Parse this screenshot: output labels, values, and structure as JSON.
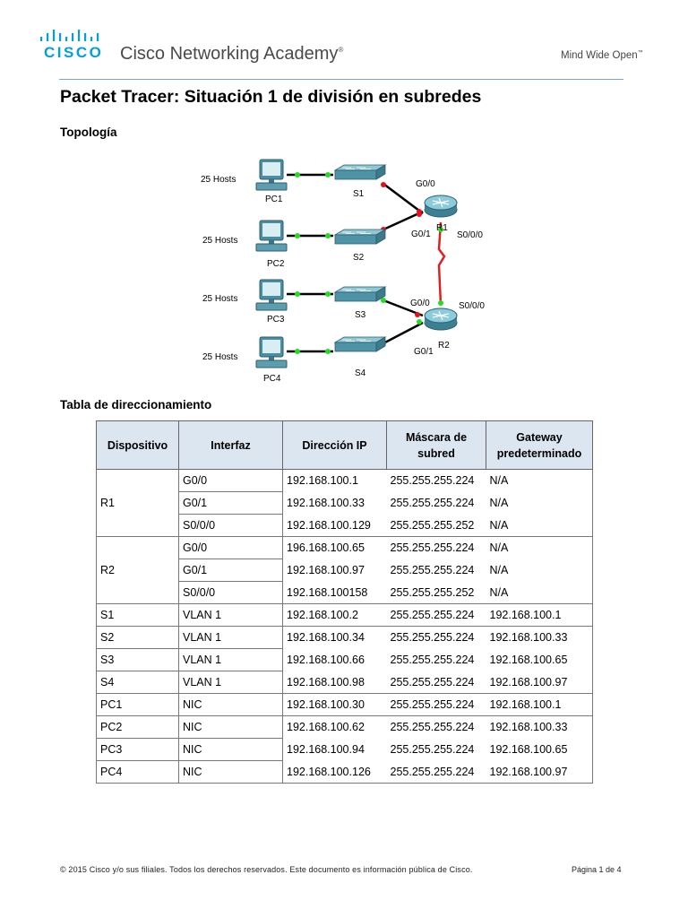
{
  "header": {
    "brand": "CISCO",
    "academy": "Cisco Networking Academy",
    "academy_mark": "®",
    "tagline": "Mind Wide Open",
    "tagline_mark": "™"
  },
  "title": "Packet Tracer: Situación 1 de división en subredes",
  "topology": {
    "heading": "Topología",
    "hosts_labels": [
      "25 Hosts",
      "25 Hosts",
      "25 Hosts",
      "25 Hosts"
    ],
    "pcs": [
      "PC1",
      "PC2",
      "PC3",
      "PC4"
    ],
    "switches": [
      "S1",
      "S2",
      "S3",
      "S4"
    ],
    "routers": [
      "R1",
      "R2"
    ],
    "port_labels": {
      "r1_g00": "G0/0",
      "r1_g01": "G0/1",
      "r1_s000": "S0/0/0",
      "r2_g00": "G0/0",
      "r2_s000": "S0/0/0",
      "r2_g01": "G0/1"
    },
    "colors": {
      "link": "#000000",
      "serial": "#e02020",
      "port_up": "#22dd22",
      "port_down": "#e8101a",
      "device": "#5fa3b8"
    }
  },
  "addressing": {
    "heading": "Tabla de direccionamiento",
    "headers": [
      "Dispositivo",
      "Interfaz",
      "Dirección IP",
      "Máscara de subred",
      "Gateway predeterminado"
    ],
    "rows": [
      {
        "device": "R1",
        "iface": "G0/0",
        "ip": "192.168.100.1",
        "mask": "255.255.255.224",
        "gw": "N/A"
      },
      {
        "device": "",
        "iface": "G0/1",
        "ip": "192.168.100.33",
        "mask": "255.255.255.224",
        "gw": "N/A"
      },
      {
        "device": "",
        "iface": "S0/0/0",
        "ip": "192.168.100.129",
        "mask": "255.255.255.252",
        "gw": "N/A"
      },
      {
        "device": "R2",
        "iface": "G0/0",
        "ip": "196.168.100.65",
        "mask": "255.255.255.224",
        "gw": "N/A"
      },
      {
        "device": "",
        "iface": "G0/1",
        "ip": "192.168.100.97",
        "mask": "255.255.255.224",
        "gw": "N/A"
      },
      {
        "device": "",
        "iface": "S0/0/0",
        "ip": "192.168.100158",
        "mask": "255.255.255.252",
        "gw": "N/A"
      },
      {
        "device": "S1",
        "iface": "VLAN 1",
        "ip": "192.168.100.2",
        "mask": "255.255.255.224",
        "gw": "192.168.100.1"
      },
      {
        "device": "S2",
        "iface": "VLAN 1",
        "ip": "192.168.100.34",
        "mask": "255.255.255.224",
        "gw": "192.168.100.33"
      },
      {
        "device": "S3",
        "iface": "VLAN 1",
        "ip": "192.168.100.66",
        "mask": "255.255.255.224",
        "gw": "192.168.100.65"
      },
      {
        "device": "S4",
        "iface": "VLAN 1",
        "ip": "192.168.100.98",
        "mask": "255.255.255.224",
        "gw": "192.168.100.97"
      },
      {
        "device": "PC1",
        "iface": "NIC",
        "ip": "192.168.100.30",
        "mask": "255.255.255.224",
        "gw": "192.168.100.1"
      },
      {
        "device": "PC2",
        "iface": "NIC",
        "ip": "192.168.100.62",
        "mask": "255.255.255.224",
        "gw": "192.168.100.33"
      },
      {
        "device": "PC3",
        "iface": "NIC",
        "ip": "192.168.100.94",
        "mask": "255.255.255.224",
        "gw": "192.168.100.65"
      },
      {
        "device": "PC4",
        "iface": "NIC",
        "ip": "192.168.100.126",
        "mask": "255.255.255.224",
        "gw": "192.168.100.97"
      }
    ]
  },
  "footer": {
    "copyright": "© 2015 Cisco y/o sus filiales. Todos los derechos reservados. Este documento es información pública de Cisco.",
    "page": "Página 1 de 4"
  }
}
